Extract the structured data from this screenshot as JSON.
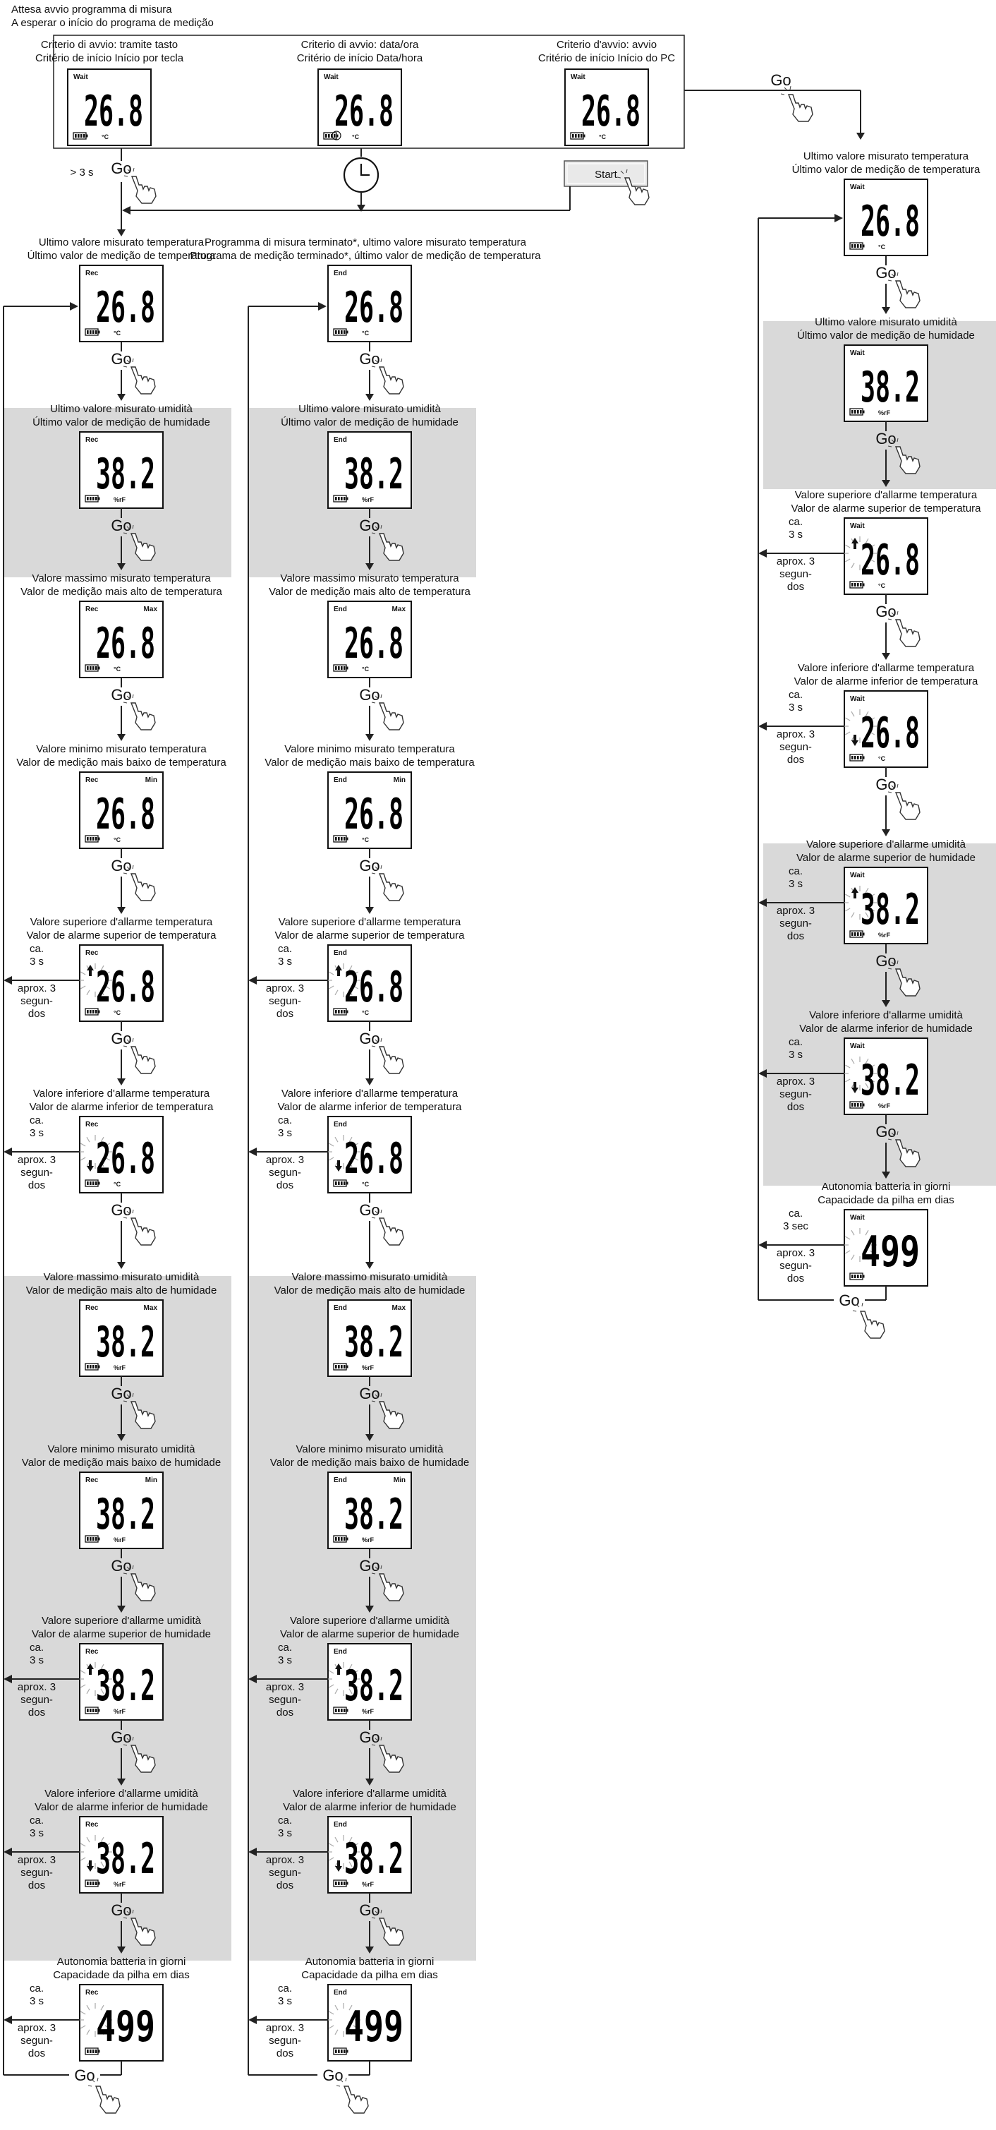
{
  "header": {
    "line1": "Attesa avvio programma di misura",
    "line2": "A esperar o início do programa de medição",
    "criteria": [
      {
        "l1": "Criterio di avvio: tramite tasto",
        "l2": "Critério de início Início por tecla",
        "mode": "Wait",
        "value": "26.8",
        "unit": "°C"
      },
      {
        "l1": "Criterio di avvio: data/ora",
        "l2": "Critério de início Data/hora",
        "mode": "Wait",
        "value": "26.8",
        "unit": "°C"
      },
      {
        "l1": "Criterio d'avvio: avvio",
        "l2": "Critério de início Início do PC",
        "mode": "Wait",
        "value": "26.8",
        "unit": "°C"
      }
    ],
    "press_time": "> 3 s",
    "start_button": "Start"
  },
  "go_label": "Go",
  "side_labels": {
    "ca": "ca.",
    "secs": "3 s",
    "secs_alt": "3 sec",
    "aprox": "aprox. 3",
    "segun": "segun-",
    "dos": "dos"
  },
  "col1": [
    {
      "l1": "Ultimo valore misurato temperatura",
      "l2": "Último valor de medição de temperatura",
      "mode": "Rec",
      "extra": "",
      "value": "26.8",
      "unit": "°C"
    },
    {
      "l1": "Ultimo valore misurato umidità",
      "l2": "Último valor de medição de humidade",
      "mode": "Rec",
      "extra": "",
      "value": "38.2",
      "unit": "%rF"
    },
    {
      "l1": "Valore massimo misurato temperatura",
      "l2": "Valor de medição mais alto de temperatura",
      "mode": "Rec",
      "extra": "Max",
      "value": "26.8",
      "unit": "°C"
    },
    {
      "l1": "Valore minimo misurato temperatura",
      "l2": "Valor de medição mais baixo de temperatura",
      "mode": "Rec",
      "extra": "Min",
      "value": "26.8",
      "unit": "°C"
    },
    {
      "l1": "Valore superiore d'allarme temperatura",
      "l2": "Valor de alarme superior de temperatura",
      "mode": "Rec",
      "extra": "",
      "value": "26.8",
      "unit": "°C"
    },
    {
      "l1": "Valore inferiore d'allarme temperatura",
      "l2": "Valor de alarme inferior de temperatura",
      "mode": "Rec",
      "extra": "",
      "value": "26.8",
      "unit": "°C"
    },
    {
      "l1": "Valore massimo misurato umidità",
      "l2": "Valor de medição mais alto de humidade",
      "mode": "Rec",
      "extra": "Max",
      "value": "38.2",
      "unit": "%rF"
    },
    {
      "l1": "Valore minimo misurato umidità",
      "l2": "Valor de medição mais baixo de humidade",
      "mode": "Rec",
      "extra": "Min",
      "value": "38.2",
      "unit": "%rF"
    },
    {
      "l1": "Valore superiore d'allarme umidità",
      "l2": "Valor de alarme superior de humidade",
      "mode": "Rec",
      "extra": "",
      "value": "38.2",
      "unit": "%rF"
    },
    {
      "l1": "Valore inferiore d'allarme umidità",
      "l2": "Valor de alarme inferior de humidade",
      "mode": "Rec",
      "extra": "",
      "value": "38.2",
      "unit": "%rF"
    },
    {
      "l1": "Autonomia batteria in giorni",
      "l2": "Capacidade da pilha em dias",
      "mode": "Rec",
      "extra": "",
      "value": "499",
      "unit": ""
    }
  ],
  "col2_head": {
    "l1": "Programma di misura terminato*, ultimo valore misurato temperatura",
    "l2": "Programa de medição terminado*, último valor de medição de temperatura"
  },
  "col2": [
    {
      "l1": "",
      "l2": "",
      "mode": "End",
      "extra": "",
      "value": "26.8",
      "unit": "°C"
    },
    {
      "l1": "Ultimo valore misurato umidità",
      "l2": "Último valor de medição de humidade",
      "mode": "End",
      "extra": "",
      "value": "38.2",
      "unit": "%rF"
    },
    {
      "l1": "Valore massimo misurato temperatura",
      "l2": "Valor de medição mais alto de temperatura",
      "mode": "End",
      "extra": "Max",
      "value": "26.8",
      "unit": "°C"
    },
    {
      "l1": "Valore minimo misurato temperatura",
      "l2": "Valor de medição mais baixo de temperatura",
      "mode": "End",
      "extra": "Min",
      "value": "26.8",
      "unit": "°C"
    },
    {
      "l1": "Valore superiore d'allarme temperatura",
      "l2": "Valor de alarme superior de temperatura",
      "mode": "End",
      "extra": "",
      "value": "26.8",
      "unit": "°C"
    },
    {
      "l1": "Valore inferiore d'allarme temperatura",
      "l2": "Valor de alarme inferior de temperatura",
      "mode": "End",
      "extra": "",
      "value": "26.8",
      "unit": "°C"
    },
    {
      "l1": "Valore massimo misurato umidità",
      "l2": "Valor de medição mais alto de humidade",
      "mode": "End",
      "extra": "Max",
      "value": "38.2",
      "unit": "%rF"
    },
    {
      "l1": "Valore minimo misurato umidità",
      "l2": "Valor de medição mais baixo de humidade",
      "mode": "End",
      "extra": "Min",
      "value": "38.2",
      "unit": "%rF"
    },
    {
      "l1": "Valore superiore d'allarme umidità",
      "l2": "Valor de alarme superior de humidade",
      "mode": "End",
      "extra": "",
      "value": "38.2",
      "unit": "%rF"
    },
    {
      "l1": "Valore inferiore d'allarme umidità",
      "l2": "Valor de alarme inferior de humidade",
      "mode": "End",
      "extra": "",
      "value": "38.2",
      "unit": "%rF"
    },
    {
      "l1": "Autonomia batteria in giorni",
      "l2": "Capacidade da pilha em dias",
      "mode": "End",
      "extra": "",
      "value": "499",
      "unit": ""
    }
  ],
  "col3": [
    {
      "l1": "Ultimo valore misurato temperatura",
      "l2": "Último valor de medição de temperatura",
      "mode": "Wait",
      "extra": "",
      "value": "26.8",
      "unit": "°C"
    },
    {
      "l1": "Ultimo valore misurato umidità",
      "l2": "Último valor de medição de humidade",
      "mode": "Wait",
      "extra": "",
      "value": "38.2",
      "unit": "%rF"
    },
    {
      "l1": "Valore superiore d'allarme temperatura",
      "l2": "Valor de alarme superior de temperatura",
      "mode": "Wait",
      "extra": "",
      "value": "26.8",
      "unit": "°C"
    },
    {
      "l1": "Valore inferiore d'allarme temperatura",
      "l2": "Valor de alarme inferior de temperatura",
      "mode": "Wait",
      "extra": "",
      "value": "26.8",
      "unit": "°C"
    },
    {
      "l1": "Valore superiore d'allarme umidità",
      "l2": "Valor de alarme superior de humidade",
      "mode": "Wait",
      "extra": "",
      "value": "38.2",
      "unit": "%rF"
    },
    {
      "l1": "Valore inferiore d'allarme umidità",
      "l2": "Valor de alarme inferior de humidade",
      "mode": "Wait",
      "extra": "",
      "value": "38.2",
      "unit": "%rF"
    },
    {
      "l1": "Autonomia batteria in giorni",
      "l2": "Capacidade da pilha em dias",
      "mode": "Wait",
      "extra": "",
      "value": "499",
      "unit": ""
    }
  ]
}
